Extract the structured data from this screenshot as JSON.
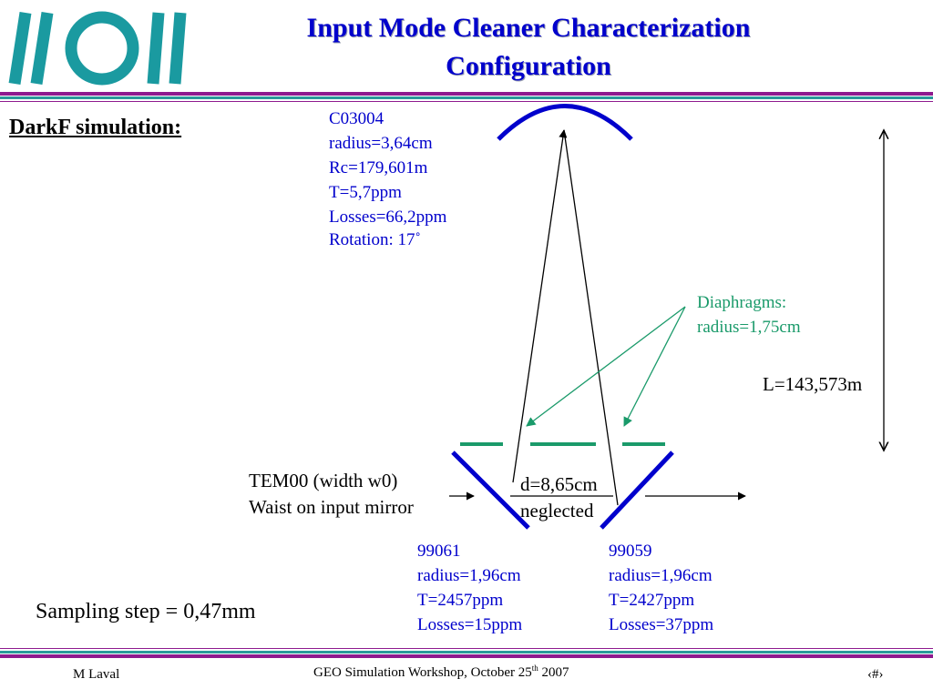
{
  "header": {
    "title_line1": "Input Mode Cleaner Characterization",
    "title_line2": "Configuration"
  },
  "subtitle": "DarkF simulation:",
  "top_mirror": {
    "lines": [
      "C03004",
      "radius=3,64cm",
      "Rc=179,601m",
      "T=5,7ppm",
      "Losses=66,2ppm"
    ],
    "rotation": "Rotation: 17˚"
  },
  "diaphragms": {
    "line1": "Diaphragms:",
    "line2": "radius=1,75cm"
  },
  "length_label": "L=143,573m",
  "beam": {
    "line1": "TEM00 (width w0)",
    "line2": "Waist on input mirror"
  },
  "separation": {
    "line1": "d=8,65cm",
    "line2": "neglected"
  },
  "left_mirror": {
    "lines": [
      "99061",
      "radius=1,96cm",
      "T=2457ppm",
      "Losses=15ppm"
    ]
  },
  "right_mirror": {
    "lines": [
      "99059",
      "radius=1,96cm",
      "T=2427ppm",
      "Losses=37ppm"
    ]
  },
  "sampling": "Sampling step = 0,47mm",
  "footer": {
    "author": "M Laval",
    "event_prefix": "GEO Simulation Workshop,  October 25",
    "event_sup": "th",
    "event_suffix": " 2007",
    "page": "‹#›"
  },
  "colors": {
    "title": "#0000cc",
    "mirror": "#0000cc",
    "diaphragm": "#1a9a6a",
    "rule_purple": "#8e1a8e",
    "rule_teal": "#2a9a9a"
  }
}
